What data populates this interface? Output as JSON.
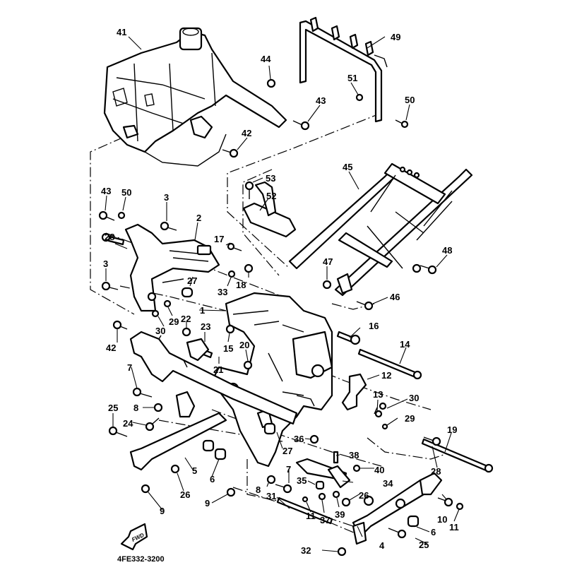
{
  "diagram": {
    "title_code": "4FE332-3200",
    "forward_label": "FWD",
    "colors": {
      "line": "#000000",
      "background": "#ffffff"
    },
    "groups": [
      {
        "name": "front-frame-assembly",
        "callout": "41"
      },
      {
        "name": "rear-frame-hoop",
        "callout": "49"
      },
      {
        "name": "rear-sub-frame",
        "callout": "45"
      },
      {
        "name": "engine-mount-bracket",
        "callout": "2"
      },
      {
        "name": "main-center-frame",
        "callout": "1"
      },
      {
        "name": "lower-frame-rail",
        "callout": "5"
      },
      {
        "name": "rear-lower-rail",
        "callout": "4"
      },
      {
        "name": "seat-bracket",
        "callout": "52"
      }
    ],
    "callouts": [
      {
        "id": "c41",
        "label": "41"
      },
      {
        "id": "c44",
        "label": "44"
      },
      {
        "id": "c43a",
        "label": "43"
      },
      {
        "id": "c42a",
        "label": "42"
      },
      {
        "id": "c49",
        "label": "49"
      },
      {
        "id": "c51",
        "label": "51"
      },
      {
        "id": "c50a",
        "label": "50"
      },
      {
        "id": "c45",
        "label": "45"
      },
      {
        "id": "c53",
        "label": "53"
      },
      {
        "id": "c52",
        "label": "52"
      },
      {
        "id": "c48",
        "label": "48"
      },
      {
        "id": "c47",
        "label": "47"
      },
      {
        "id": "c46",
        "label": "46"
      },
      {
        "id": "c43b",
        "label": "43"
      },
      {
        "id": "c50b",
        "label": "50"
      },
      {
        "id": "c3a",
        "label": "3"
      },
      {
        "id": "c2",
        "label": "2"
      },
      {
        "id": "c28a",
        "label": "28"
      },
      {
        "id": "c3b",
        "label": "3"
      },
      {
        "id": "c17",
        "label": "17"
      },
      {
        "id": "c33",
        "label": "33"
      },
      {
        "id": "c18",
        "label": "18"
      },
      {
        "id": "c27a",
        "label": "27"
      },
      {
        "id": "c1",
        "label": "1"
      },
      {
        "id": "c29a",
        "label": "29"
      },
      {
        "id": "c30a",
        "label": "30"
      },
      {
        "id": "c22",
        "label": "22"
      },
      {
        "id": "c23",
        "label": "23"
      },
      {
        "id": "c15",
        "label": "15"
      },
      {
        "id": "c20",
        "label": "20"
      },
      {
        "id": "c21",
        "label": "21"
      },
      {
        "id": "c42b",
        "label": "42"
      },
      {
        "id": "c16",
        "label": "16"
      },
      {
        "id": "c14",
        "label": "14"
      },
      {
        "id": "c12",
        "label": "12"
      },
      {
        "id": "c13",
        "label": "13"
      },
      {
        "id": "c30b",
        "label": "30"
      },
      {
        "id": "c29b",
        "label": "29"
      },
      {
        "id": "c7a",
        "label": "7"
      },
      {
        "id": "c8a",
        "label": "8"
      },
      {
        "id": "c24",
        "label": "24"
      },
      {
        "id": "c25a",
        "label": "25"
      },
      {
        "id": "c19",
        "label": "19"
      },
      {
        "id": "c5",
        "label": "5"
      },
      {
        "id": "c6a",
        "label": "6"
      },
      {
        "id": "c26a",
        "label": "26"
      },
      {
        "id": "c9a",
        "label": "9"
      },
      {
        "id": "c9b",
        "label": "9"
      },
      {
        "id": "c27b",
        "label": "27"
      },
      {
        "id": "c36",
        "label": "36"
      },
      {
        "id": "c38",
        "label": "38"
      },
      {
        "id": "c40",
        "label": "40"
      },
      {
        "id": "c34",
        "label": "34"
      },
      {
        "id": "c35",
        "label": "35"
      },
      {
        "id": "c7b",
        "label": "7"
      },
      {
        "id": "c8b",
        "label": "8"
      },
      {
        "id": "c31",
        "label": "31"
      },
      {
        "id": "c11a",
        "label": "11"
      },
      {
        "id": "c37",
        "label": "37"
      },
      {
        "id": "c39",
        "label": "39"
      },
      {
        "id": "c26b",
        "label": "26"
      },
      {
        "id": "c28b",
        "label": "28"
      },
      {
        "id": "c10",
        "label": "10"
      },
      {
        "id": "c11b",
        "label": "11"
      },
      {
        "id": "c6b",
        "label": "6"
      },
      {
        "id": "c25b",
        "label": "25"
      },
      {
        "id": "c4",
        "label": "4"
      },
      {
        "id": "c32",
        "label": "32"
      }
    ]
  }
}
